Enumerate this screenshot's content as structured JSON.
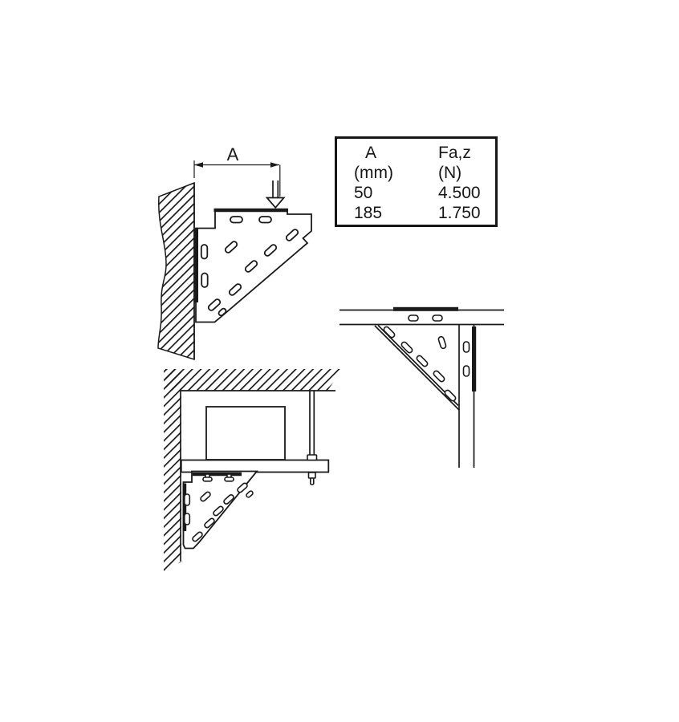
{
  "colors": {
    "line": "#1a1a1a",
    "background": "#ffffff"
  },
  "dimension": {
    "label": "A"
  },
  "load_table": {
    "col_a_header": "A",
    "col_a_unit": "(mm)",
    "col_f_header": "Fa,z",
    "col_f_unit": "(N)",
    "rows": [
      {
        "a": "50",
        "faz": "4.500"
      },
      {
        "a": "185",
        "faz": "1.750"
      }
    ]
  }
}
